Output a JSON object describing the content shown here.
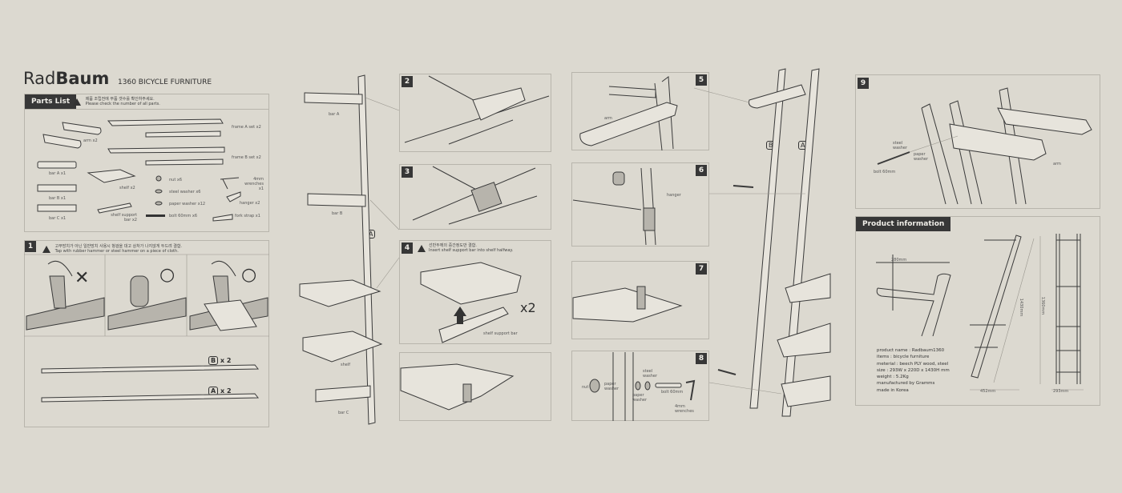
{
  "header": {
    "brand_light": "Rad",
    "brand_bold": "Baum",
    "subtitle": "1360 BICYCLE FURNITURE"
  },
  "parts_list": {
    "title": "Parts List",
    "warning_ko": "제품 조립전에 부품 갯수를 확인하주세요.",
    "warning_en": "Please check the number of all parts.",
    "items": [
      "arm x2",
      "frame A set x2",
      "frame B set x2",
      "bar A x1",
      "bar B x1",
      "bar C x1",
      "shelf x2",
      "shelf support bar x2",
      "nut x6",
      "steel washer x6",
      "paper washer x12",
      "bolt 60mm x6",
      "4mm wrenches x1",
      "hanger x2",
      "fork strap x1"
    ]
  },
  "steps": {
    "s1": {
      "num": "1",
      "warning_ko": "고무망치가 아닌 일반망치 사용시 헝겊을 대고 상처가 나지않게 두드려 결합.",
      "warning_en": "Tap with rubber hammer or steel hammer on a piece of cloth.",
      "mark_wrong": "✕",
      "mark_ok": "○",
      "frame_b": "B",
      "frame_a": "A",
      "qty": "x 2"
    },
    "s2": {
      "num": "2"
    },
    "s3": {
      "num": "3"
    },
    "s4": {
      "num": "4",
      "warning_ko": "선반두께의 중간정도만 결합.",
      "warning_en": "Insert shelf support bar into shelf halfway.",
      "qty": "x2",
      "label": "shelf support bar"
    },
    "s5": {
      "num": "5",
      "label": "arm"
    },
    "s6": {
      "num": "6",
      "label": "hanger"
    },
    "s7": {
      "num": "7"
    },
    "s8": {
      "num": "8",
      "nut": "nut",
      "paper_washer": "paper washer",
      "steel_washer": "steel washer",
      "paper_washer2": "paper washer",
      "bolt": "bolt 60mm",
      "wrench": "4mm wrenches"
    },
    "s9": {
      "num": "9",
      "steel_washer": "steel washer",
      "paper_washer": "paper washer",
      "bolt": "bolt 60mm",
      "arm": "arm"
    }
  },
  "assembly": {
    "bar_a": "bar A",
    "bar_b": "bar B",
    "bar_c": "bar C",
    "shelf": "shelf",
    "frame_a": "A",
    "frame_b": "B"
  },
  "product_info": {
    "title": "Product information",
    "dim_arm": "280mm",
    "dim_depth": "452mm",
    "dim_width": "293mm",
    "dim_diag": "1430mm",
    "dim_height": "1360mm",
    "lines": [
      "product name : Radbaum1360",
      "items : bicycle furniture",
      "meterial : beech PLY wood, steel",
      "size : 293W x 220D x 1430H mm",
      "weight : 5.2Kg",
      "manufactured by Gramms",
      "made in Korea"
    ]
  }
}
